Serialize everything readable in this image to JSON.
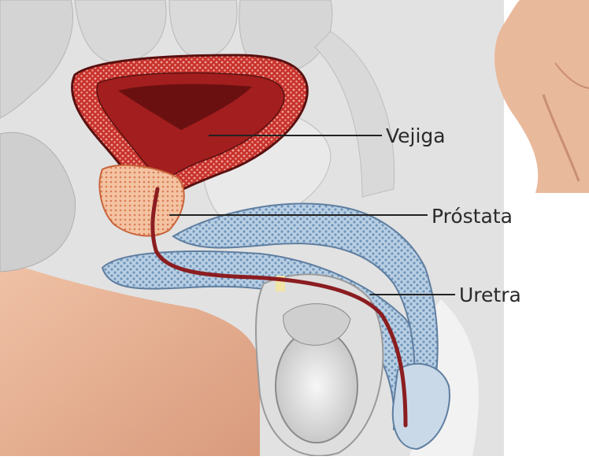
{
  "labels": {
    "bladder": "Vejiga",
    "prostate": "Próstata",
    "urethra": "Uretra"
  },
  "colors": {
    "bladder": "#c8322c",
    "bladder_inner": "#7a1515",
    "prostate": "#e9a27a",
    "urethra": "#8b1d20",
    "erectile_tissue": "#9db8d2",
    "bone_tissue": "#d9d9d9",
    "skin": "#e8b59a",
    "leader_line": "#222222"
  }
}
